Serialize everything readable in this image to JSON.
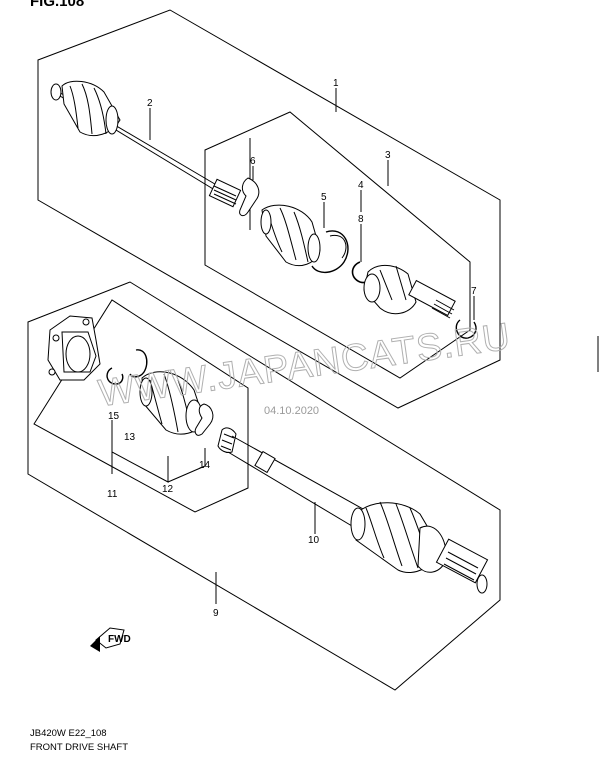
{
  "figure": {
    "title": "FIG.108"
  },
  "watermark": "WWW.JAPANCATS.RU",
  "date_stamp": "04.10.2020",
  "callouts": [
    "1",
    "2",
    "3",
    "4",
    "5",
    "6",
    "7",
    "8",
    "9",
    "10",
    "11",
    "12",
    "13",
    "14",
    "15"
  ],
  "direction_badge": "FWD",
  "footer": {
    "code": "JB420W E22_108",
    "title": "FRONT DRIVE SHAFT"
  }
}
